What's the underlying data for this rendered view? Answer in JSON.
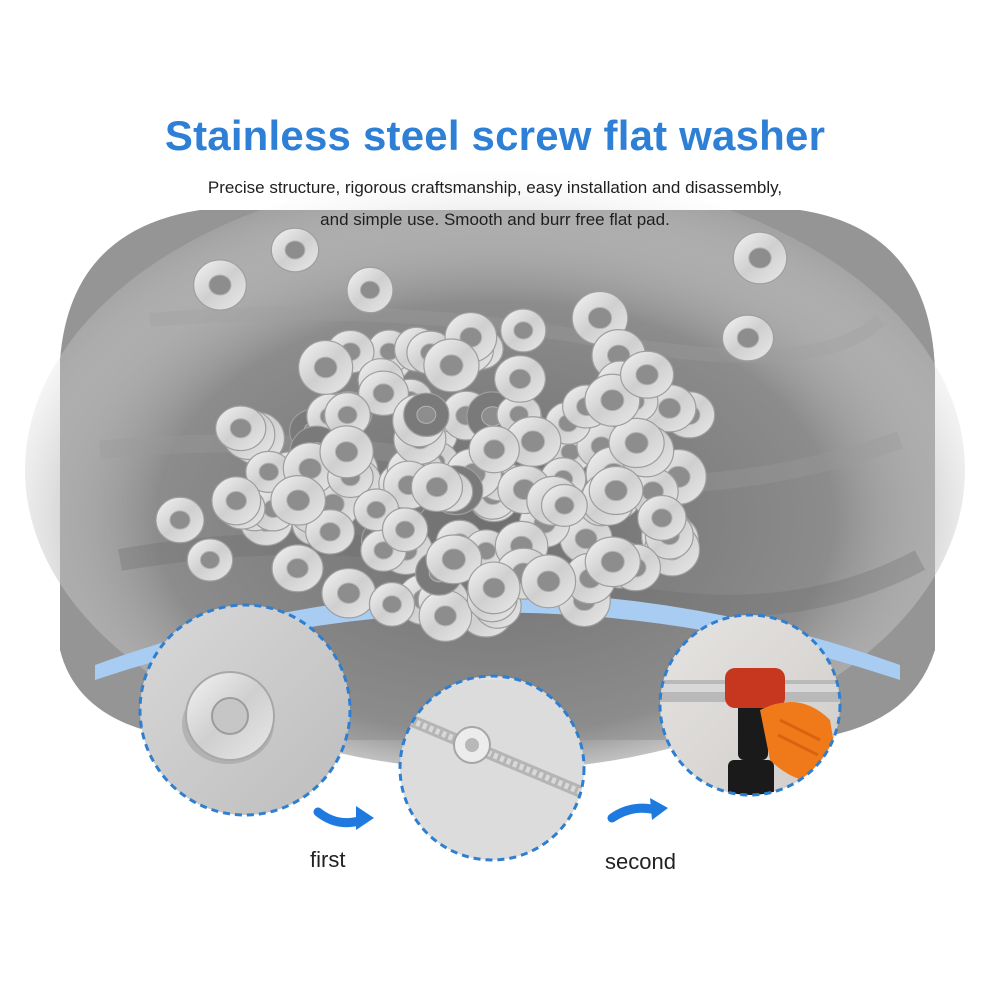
{
  "product": {
    "title": "Stainless steel screw flat washer",
    "description_lines": [
      "Precise structure, rigorous craftsmanship, easy installation and disassembly,",
      "and simple use. Smooth and burr free flat pad."
    ]
  },
  "steps": [
    {
      "label": "first"
    },
    {
      "label": "second"
    }
  ],
  "colors": {
    "title": "#2e7fd6",
    "accent_arc": "#a9cdf2",
    "dashed_border": "#2f7fd1",
    "arrow": "#1f7ae0",
    "carpet": "#7e7e7e",
    "glove": "#f07a1a",
    "drill": "#1a1a1a"
  }
}
